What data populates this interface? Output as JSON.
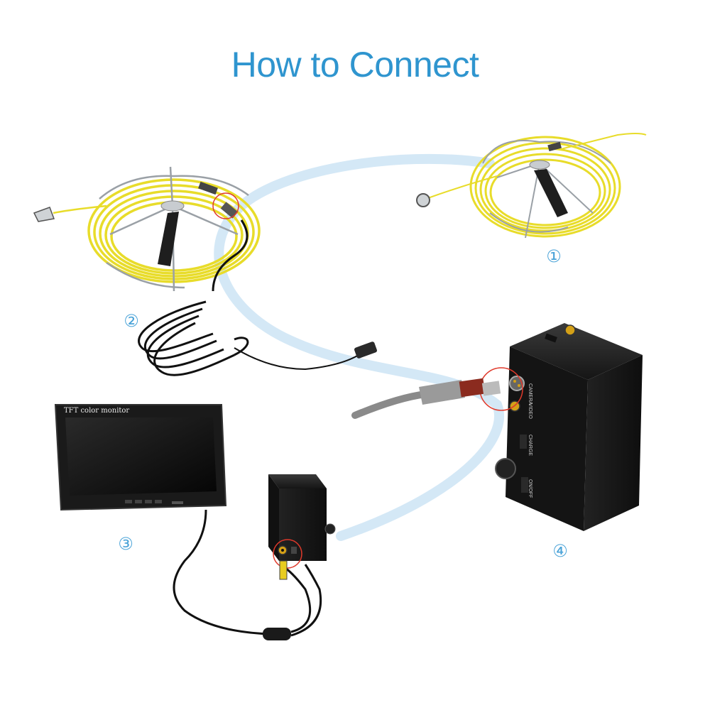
{
  "title": "How to Connect",
  "steps": [
    {
      "label": "①",
      "component": "reel-with-camera-cable"
    },
    {
      "label": "②",
      "component": "reel-with-coiled-cable"
    },
    {
      "label": "③",
      "component": "monitor-with-control-box"
    },
    {
      "label": "④",
      "component": "control-box-ports"
    }
  ],
  "monitor": {
    "brand_text": "TFT color monitor"
  },
  "control_box_ports": [
    "CAMERA",
    "VIDEO",
    "CHARGE",
    "ON/OFF"
  ],
  "colors": {
    "title": "#2f95cf",
    "step_label": "#4aa3d8",
    "connector_path": "#cfe6f5",
    "cable_yellow": "#e8dc2a",
    "highlight_circle": "#e0392b",
    "device_body": "#1c1c1c"
  }
}
